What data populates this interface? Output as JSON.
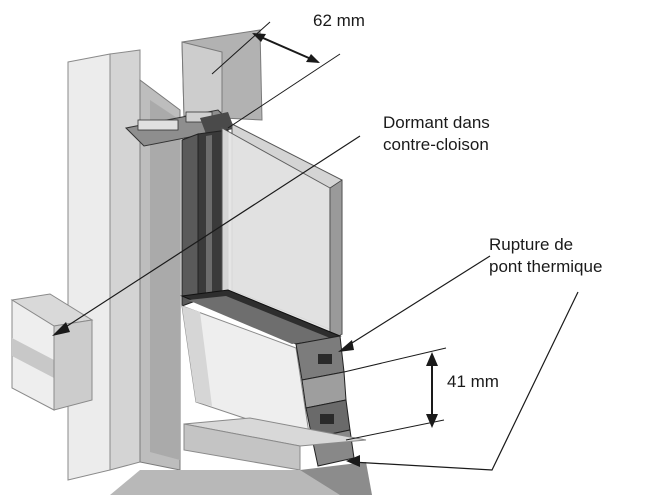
{
  "annotations": {
    "width_top": "62 mm",
    "dormant": "Dormant dans\ncontre-cloison",
    "rupture": "Rupture de\npont thermique",
    "height_side": "41 mm"
  },
  "colors": {
    "wall_light": "#e9e9e9",
    "wall_mid": "#cfcfcf",
    "wall_dark": "#a9a9a9",
    "frame_dark": "#3e3e3e",
    "glass": "#dedede",
    "line": "#1a1a1a"
  }
}
